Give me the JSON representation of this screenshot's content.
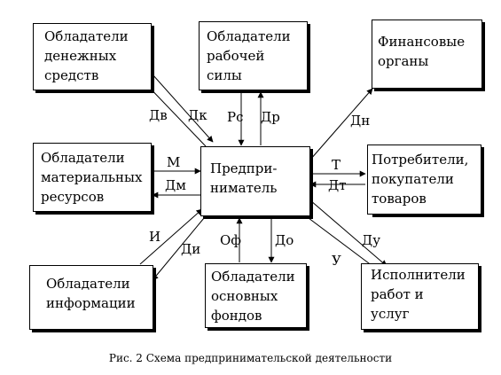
{
  "center": {
    "lines": [
      "Предпри-",
      "ниматель"
    ]
  },
  "boxes": {
    "money": {
      "lines": [
        "Обладатели",
        "денежных",
        "средств"
      ]
    },
    "labor": {
      "lines": [
        "Обладатели",
        "рабочей",
        "силы"
      ]
    },
    "finance": {
      "lines": [
        "Финансовые",
        "органы"
      ]
    },
    "materials": {
      "lines": [
        "Обладатели",
        "материальных",
        "ресурсов"
      ]
    },
    "consumers": {
      "lines": [
        "Потребители,",
        "покупатели",
        "товаров"
      ]
    },
    "information": {
      "lines": [
        "Обладатели",
        "информации"
      ]
    },
    "fixed_assets": {
      "lines": [
        "Обладатели",
        "основных",
        "фондов"
      ]
    },
    "contractors": {
      "lines": [
        "Исполнители",
        "работ и",
        "услуг"
      ]
    }
  },
  "flows": {
    "dv": "Дв",
    "dk": "Дк",
    "rs": "Рс",
    "dr": "Др",
    "dn": "Дн",
    "m": "М",
    "dm": "Дм",
    "t": "Т",
    "dt": "Дт",
    "i": "И",
    "di": "Ди",
    "of": "Оф",
    "do": "До",
    "du": "Ду",
    "u": "У"
  },
  "caption": "Рис. 2 Схема предпринимательской деятельности"
}
